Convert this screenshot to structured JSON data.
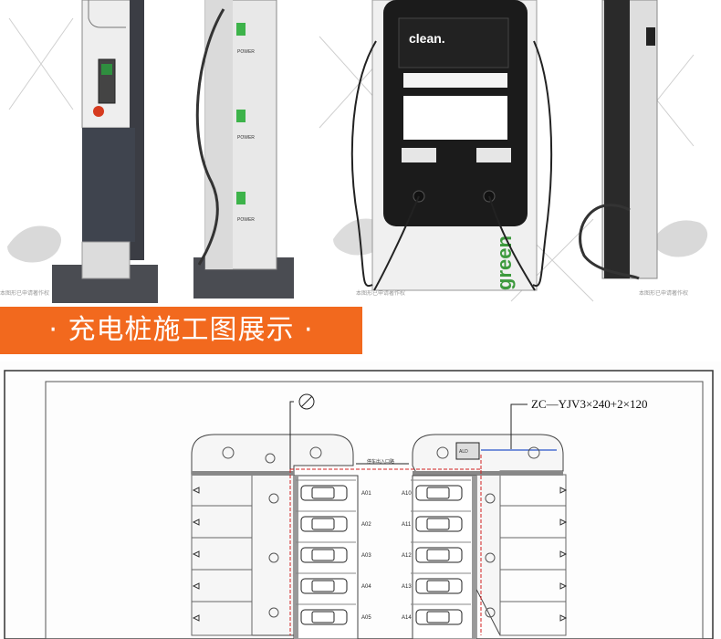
{
  "banner": {
    "title": "· 充电桩施工图展示 ·"
  },
  "product": {
    "brand_a": "clean.",
    "brand_b": "green",
    "power_label": "POWER"
  },
  "watermark": {
    "text": "本图形已申请著作权"
  },
  "plan": {
    "cable_label": "ZC—YJV3×240+2×120",
    "entry_label": "停车出入口路",
    "box_label": "ALD",
    "slots_left": [
      "A01",
      "A02",
      "A03",
      "A04",
      "A05"
    ],
    "slots_right": [
      "A10",
      "A11",
      "A12",
      "A13",
      "A14"
    ]
  }
}
